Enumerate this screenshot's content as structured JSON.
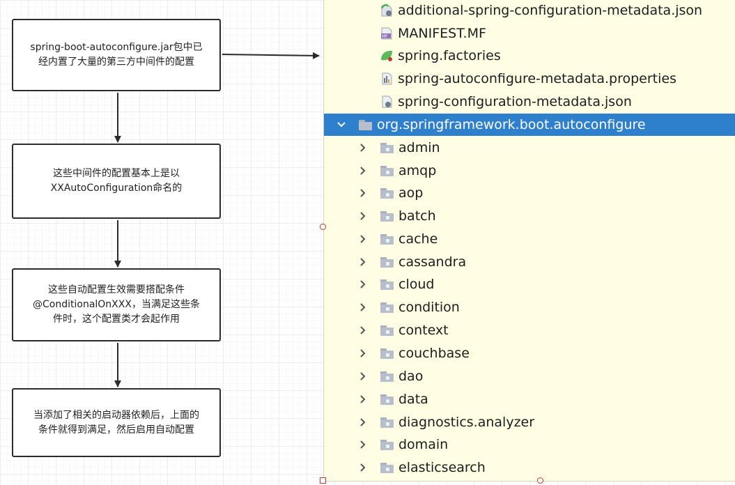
{
  "flowchart": {
    "steps": [
      {
        "lines": [
          "spring-boot-autoconfigure.jar包中已",
          "经内置了大量的第三方中间件的配置"
        ]
      },
      {
        "lines": [
          "这些中间件的配置基本上是以",
          "XXAutoConfiguration命名的"
        ]
      },
      {
        "lines": [
          "这些自动配置生效需要搭配条件",
          "@ConditionalOnXXX，当满足这些条",
          "件时，这个配置类才会起作用"
        ]
      },
      {
        "lines": [
          "当添加了相关的启动器依赖后，上面的",
          "条件就得到满足，然后启用自动配置"
        ]
      }
    ]
  },
  "tree": {
    "files": [
      {
        "name": "additional-spring-configuration-metadata.json",
        "icon": "json-file-icon"
      },
      {
        "name": "MANIFEST.MF",
        "icon": "manifest-file-icon"
      },
      {
        "name": "spring.factories",
        "icon": "spring-file-icon"
      },
      {
        "name": "spring-autoconfigure-metadata.properties",
        "icon": "properties-file-icon"
      },
      {
        "name": "spring-configuration-metadata.json",
        "icon": "json-file-icon"
      }
    ],
    "package": {
      "name": "org.springframework.boot.autoconfigure",
      "expanded": true,
      "selected": true
    },
    "folders": [
      "admin",
      "amqp",
      "aop",
      "batch",
      "cache",
      "cassandra",
      "cloud",
      "condition",
      "context",
      "couchbase",
      "dao",
      "data",
      "diagnostics.analyzer",
      "domain",
      "elasticsearch"
    ],
    "colors": {
      "panel": "#fffde4",
      "selection": "#2e7fcc"
    }
  }
}
